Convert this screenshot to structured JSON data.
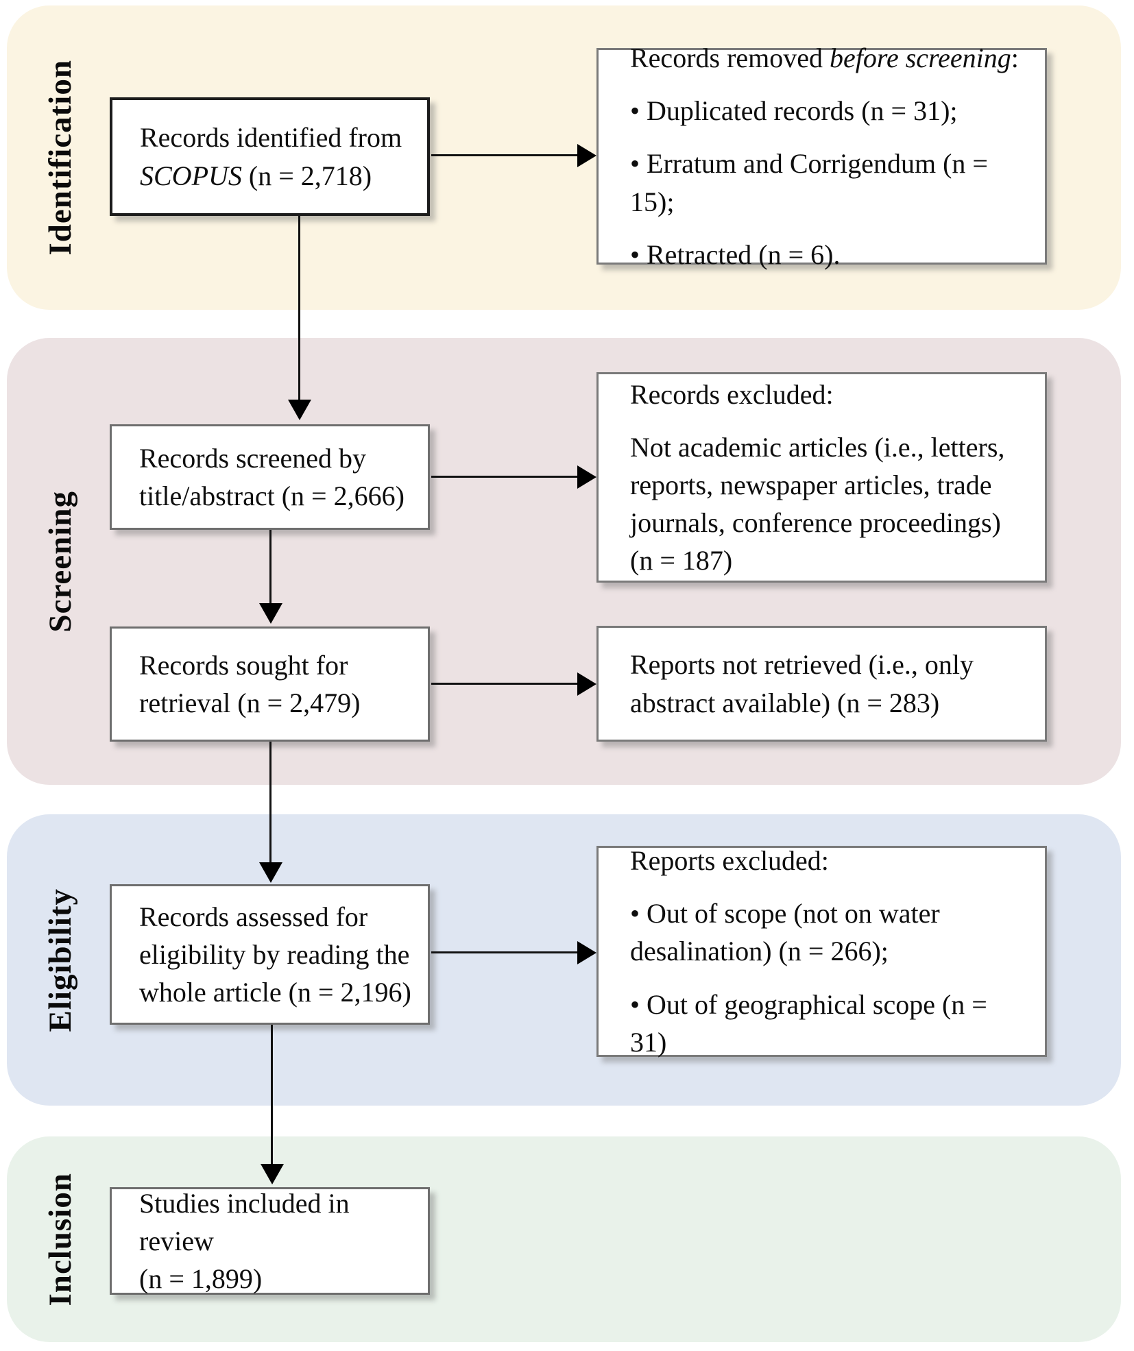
{
  "figure": {
    "type": "PRISMA systematic review flow diagram"
  },
  "bands": [
    {
      "label": "Identification",
      "color": "#FBF4E2"
    },
    {
      "label": "Screening",
      "color": "#ECE2E3"
    },
    {
      "label": "Eligibility",
      "color": "#DFE6F2"
    },
    {
      "label": "Inclusion",
      "color": "#E9F2EA"
    }
  ],
  "boxes": {
    "identified": {
      "line1": "Records identified from",
      "italic": "SCOPUS",
      "after_italic": " (n = 2,718)"
    },
    "removed_before_screening": {
      "title_prefix": "Records removed ",
      "title_italic": "before screening",
      "title_suffix": ":",
      "bullets": [
        "• Duplicated records (n = 31);",
        "• Erratum and Corrigendum (n = 15);",
        "• Retracted (n = 6)."
      ]
    },
    "screened": {
      "lines": [
        "Records screened by",
        "title/abstract (n = 2,666)"
      ]
    },
    "records_excluded": {
      "title": "Records excluded:",
      "body": [
        "Not academic articles (i.e., letters,",
        "reports, newspaper articles, trade",
        "journals, conference proceedings)",
        "(n = 187)"
      ]
    },
    "sought": {
      "lines": [
        "Records sought for",
        "retrieval (n = 2,479)"
      ]
    },
    "not_retrieved": {
      "lines": [
        "Reports not retrieved (i.e., only",
        "abstract available) (n = 283)"
      ]
    },
    "assessed": {
      "lines": [
        "Records assessed for",
        "eligibility by reading the",
        "whole article (n = 2,196)"
      ]
    },
    "reports_excluded": {
      "title": "Reports excluded:",
      "bullets": [
        [
          "• Out of scope (not on water",
          "desalination) (n = 266);"
        ],
        [
          "• Out of geographical scope (n = 31)"
        ]
      ]
    },
    "included": {
      "lines": [
        "Studies included in review",
        "(n = 1,899)"
      ]
    }
  }
}
